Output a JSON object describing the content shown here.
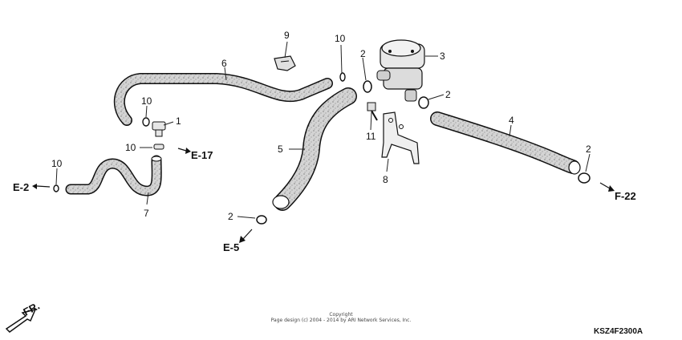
{
  "colors": {
    "hose_fill": "#d9d9d9",
    "outline": "#111111",
    "background": "#ffffff",
    "callout_gray": "#888888"
  },
  "callouts": {
    "p1": "1",
    "p2a": "2",
    "p2b": "2",
    "p2c": "2",
    "p2d": "2",
    "p3": "3",
    "p4": "4",
    "p5": "5",
    "p6": "6",
    "p7": "7",
    "p8": "8",
    "p9": "9",
    "p10a": "10",
    "p10b": "10",
    "p10c": "10",
    "p10d": "10",
    "p11": "11"
  },
  "refs": {
    "e17": "E-17",
    "e2": "E-2",
    "e5": "E-5",
    "f22": "F-22",
    "fr": "FR."
  },
  "copyright": {
    "line1": "Copyright",
    "line2": "Page design (c) 2004 - 2014 by ARI Network Services, Inc."
  },
  "diagram_code": "KSZ4F2300A"
}
